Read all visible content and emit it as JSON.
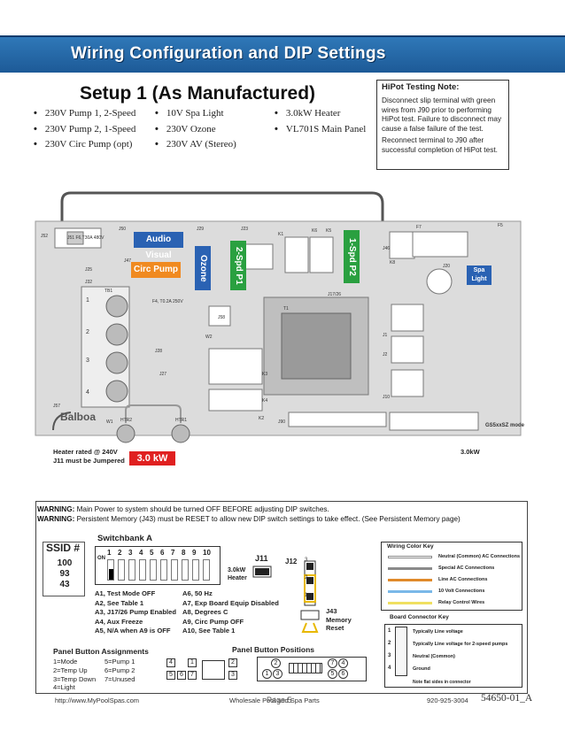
{
  "header": {
    "title": "Wiring Configuration and DIP Settings"
  },
  "setup": {
    "title": "Setup 1 (As Manufactured)",
    "col1": [
      "230V Pump 1, 2-Speed",
      "230V Pump 2, 1-Speed",
      "230V Circ Pump (opt)"
    ],
    "col2": [
      "10V Spa Light",
      "230V Ozone",
      "230V AV (Stereo)"
    ],
    "col3": [
      "3.0kW Heater",
      "VL701S Main Panel"
    ]
  },
  "hipot": {
    "title": "HiPot Testing Note:",
    "p1": "Disconnect slip terminal with green wires from J90 prior to performing HiPot test.  Failure to disconnect may cause a false failure of the test.",
    "p2": "Reconnect terminal to J90 after successful completion of HiPot test."
  },
  "board": {
    "tags": {
      "audio_visual": "Audio Visual",
      "circ_pump": "Circ Pump",
      "ozone": "Ozone",
      "p1": "2-Spd P1",
      "p2": "1-Spd P2",
      "spa_light": "Spa Light"
    },
    "labels": {
      "j52": "J52",
      "j51": "J51  F6,T30A 480V",
      "j50": "J50",
      "j25": "J25",
      "j32": "J32",
      "j47": "J47",
      "f4": "F4, T0.2A 250V",
      "tb1": "TB1",
      "j58": "J58",
      "j28": "J28",
      "j27": "J27",
      "w2": "W2",
      "w1": "W1",
      "t1": "T1",
      "j29": "J29",
      "j23": "J23",
      "k1": "K1",
      "k6": "K6",
      "k5": "K5",
      "k3": "K3",
      "k4": "K4",
      "k2": "K2",
      "j17": "J17/26",
      "f7": "F7",
      "f5": "F5",
      "j46": "J46",
      "k8": "K8",
      "j20": "J20",
      "j1": "J1",
      "j2": "J2",
      "j10": "J10",
      "j90": "J90",
      "j57": "J57",
      "htr1": "HTR1",
      "htr2": "HTR2",
      "brand": "Balboa",
      "gs_mode": "GS5xxSZ mode",
      "tb1_1": "1",
      "tb1_2": "2",
      "tb1_3": "3",
      "tb1_4": "4"
    },
    "heater_note": "Heater rated @ 240V\nJ11 must be Jumpered",
    "heater_badge": "3.0 kW",
    "kw_right": "3.0kW"
  },
  "warnings": {
    "w1_label": "WARNING:",
    "w1_text": " Main Power to system should be turned OFF BEFORE adjusting DIP switches.",
    "w2_label": "WARNING:",
    "w2_text": " Persistent Memory (J43) must be RESET to allow new DIP switch settings to take effect. (See Persistent Memory page)"
  },
  "ssid": {
    "label": "SSID #",
    "values": [
      "100",
      "93",
      "43"
    ]
  },
  "switchbank": {
    "title": "Switchbank A",
    "on_label": "ON",
    "numbers": [
      "1",
      "2",
      "3",
      "4",
      "5",
      "6",
      "7",
      "8",
      "9",
      "10"
    ],
    "on_states": [
      true,
      false,
      false,
      false,
      false,
      false,
      false,
      false,
      false,
      false
    ],
    "desc_left": [
      "A1, Test Mode OFF",
      "A2, See Table 1",
      "A3, J17/26 Pump Enabled",
      "A4, Aux Freeze",
      "A5, N/A when A9 is OFF"
    ],
    "desc_right": [
      "A6, 50 Hz",
      "A7, Exp Board Equip Disabled",
      "A8, Degrees C",
      "A9, Circ Pump OFF",
      "A10, See Table 1"
    ]
  },
  "jumpers": {
    "j11": "J11",
    "j12": "J12",
    "heater": "3.0kW\nHeater",
    "j12_pins": [
      "3",
      "2",
      "1"
    ],
    "j43": "J43\nMemory\nReset"
  },
  "panel_buttons": {
    "assign_title": "Panel Button Assignments",
    "assign_left": [
      "1=Mode",
      "2=Temp Up",
      "3=Temp Down",
      "4=Light"
    ],
    "assign_right": [
      "5=Pump 1",
      "6=Pump 2",
      "7=Unused"
    ],
    "positions_title": "Panel Button Positions"
  },
  "wiring_key": {
    "title": "Wiring Color Key",
    "rows": [
      {
        "label": "Neutral (Common) AC Connections",
        "color": "#ffffff"
      },
      {
        "label": "Special AC Connections",
        "color": "#8a8a8a"
      },
      {
        "label": "Line AC Connections",
        "color": "#e08a2a"
      },
      {
        "label": "10 Volt Connections",
        "color": "#7ab8e8"
      },
      {
        "label": "Relay Control Wires",
        "color": "#f0e060"
      }
    ]
  },
  "board_key": {
    "title": "Board Connector Key",
    "rows": [
      "Typically Line voltage",
      "Typically Line voltage for 2-speed pumps",
      "Neutral (Common)",
      "Ground"
    ],
    "nums": [
      "1",
      "2",
      "3",
      "4"
    ],
    "note": "Note flat sides in connector"
  },
  "footer": {
    "url": "http://www.MyPoolSpas.com",
    "middle": "Wholesale Pool and Spa Parts",
    "page": "Page 5",
    "phone": "920-925-3004",
    "doc_id": "54650-01_A"
  }
}
